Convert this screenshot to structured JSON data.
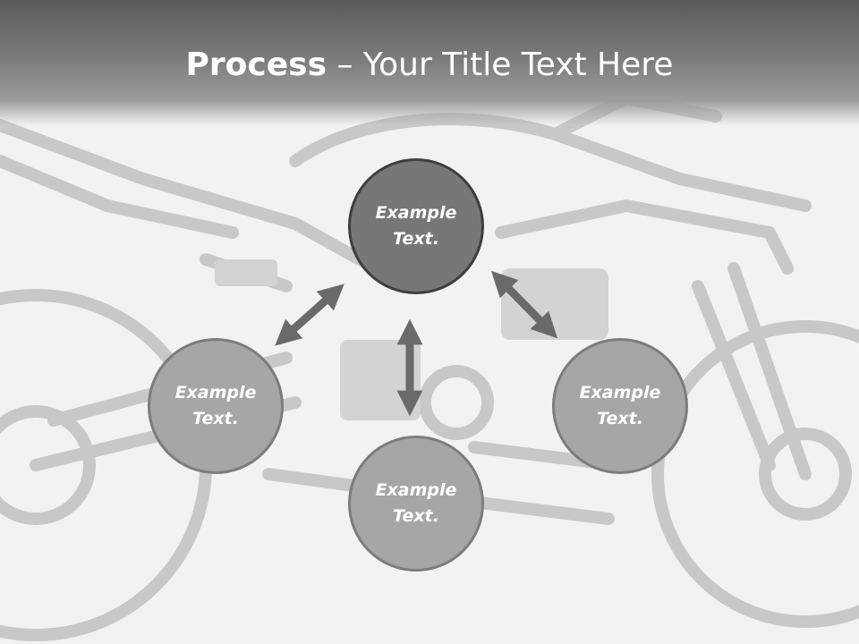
{
  "title": {
    "bold": "Process",
    "rest": " – Your Title Text Here"
  },
  "nodes": {
    "top": "Example\nText.",
    "left": "Example\nText.",
    "right": "Example\nText.",
    "bottom": "Example\nText."
  },
  "colors": {
    "center_fill": "#777777",
    "outer_fill": "#a6a6a6",
    "arrow": "#6a6a6a",
    "title_bar": "#6b6b6b"
  }
}
